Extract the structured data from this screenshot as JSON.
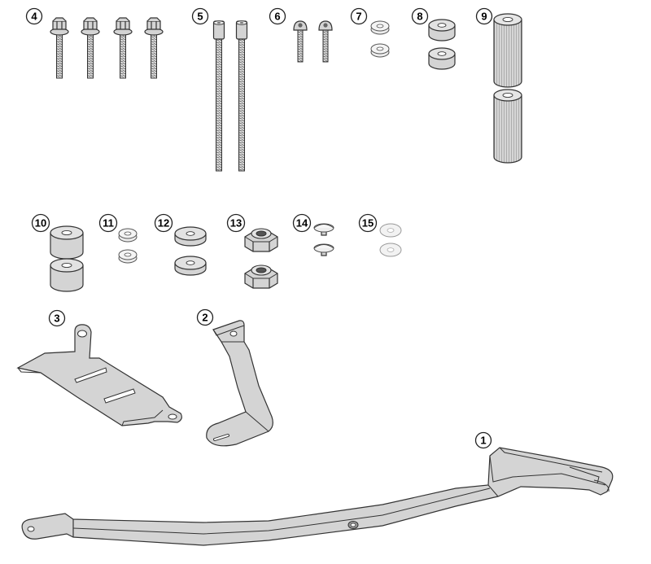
{
  "labels": {
    "p1": "1",
    "p2": "2",
    "p3": "3",
    "p4": "4",
    "p5": "5",
    "p6": "6",
    "p7": "7",
    "p8": "8",
    "p9": "9",
    "p10": "10",
    "p11": "11",
    "p12": "12",
    "p13": "13",
    "p14": "14",
    "p15": "15"
  },
  "colors": {
    "part_fill": "#d4d4d4",
    "part_dark": "#b0b0b0",
    "outline": "#333333",
    "label_fill": "#ffffff"
  }
}
